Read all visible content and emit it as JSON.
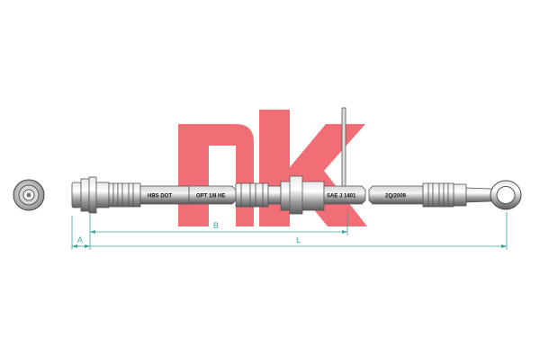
{
  "logo": {
    "text": "nk",
    "color": "#f0555f"
  },
  "hose": {
    "prints": [
      "HBS DOT",
      "OPT 1/8 HE",
      "SAE J 1401",
      "2Q/2009"
    ],
    "color_body": "#5a5a5a",
    "color_metal": "#9a9a9a"
  },
  "dimensions": {
    "a_label": "A",
    "b_label": "B",
    "l_label": "L",
    "line_color": "#3aa39a"
  }
}
